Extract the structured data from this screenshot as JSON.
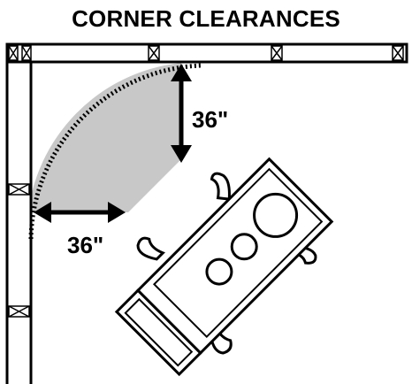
{
  "title": "CORNER CLEARANCES",
  "dimensions": {
    "vertical_clearance": "36\"",
    "horizontal_clearance": "36\""
  },
  "colors": {
    "clearance_zone": "#c8c8c8",
    "lines": "#000000",
    "background": "#ffffff"
  }
}
